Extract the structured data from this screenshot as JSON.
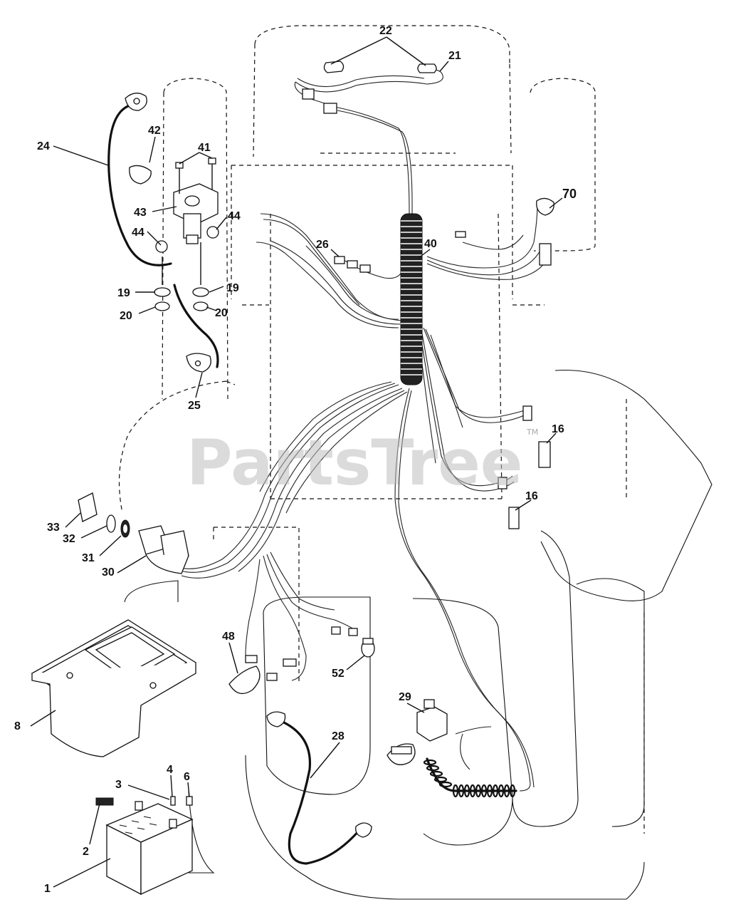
{
  "watermark": {
    "text": "PartsTree",
    "trademark": "TM"
  },
  "callouts": [
    {
      "id": "c1",
      "label": "1"
    },
    {
      "id": "c2",
      "label": "2"
    },
    {
      "id": "c3",
      "label": "3"
    },
    {
      "id": "c4",
      "label": "4"
    },
    {
      "id": "c6",
      "label": "6"
    },
    {
      "id": "c8",
      "label": "8"
    },
    {
      "id": "c16a",
      "label": "16"
    },
    {
      "id": "c16b",
      "label": "16"
    },
    {
      "id": "c19a",
      "label": "19"
    },
    {
      "id": "c19b",
      "label": "19"
    },
    {
      "id": "c20a",
      "label": "20"
    },
    {
      "id": "c20b",
      "label": "20"
    },
    {
      "id": "c21",
      "label": "21"
    },
    {
      "id": "c22",
      "label": "22"
    },
    {
      "id": "c24",
      "label": "24"
    },
    {
      "id": "c25",
      "label": "25"
    },
    {
      "id": "c26",
      "label": "26"
    },
    {
      "id": "c28",
      "label": "28"
    },
    {
      "id": "c29",
      "label": "29"
    },
    {
      "id": "c30",
      "label": "30"
    },
    {
      "id": "c31",
      "label": "31"
    },
    {
      "id": "c32",
      "label": "32"
    },
    {
      "id": "c33",
      "label": "33"
    },
    {
      "id": "c40",
      "label": "40"
    },
    {
      "id": "c41",
      "label": "41"
    },
    {
      "id": "c42",
      "label": "42"
    },
    {
      "id": "c43",
      "label": "43"
    },
    {
      "id": "c44a",
      "label": "44"
    },
    {
      "id": "c44b",
      "label": "44"
    },
    {
      "id": "c48",
      "label": "48"
    },
    {
      "id": "c52",
      "label": "52"
    },
    {
      "id": "c70",
      "label": "70"
    }
  ]
}
